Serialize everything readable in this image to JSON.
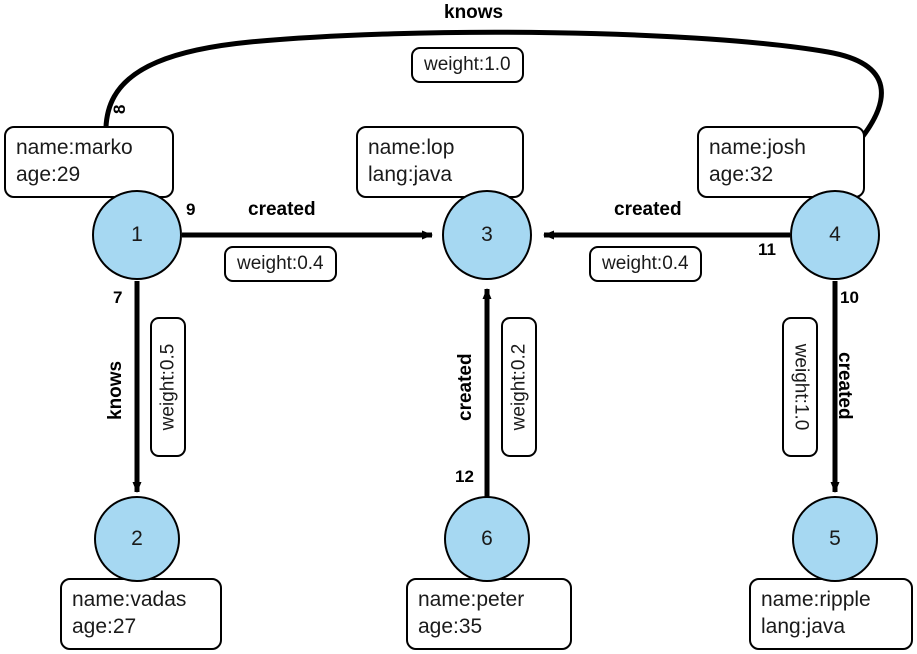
{
  "graph": {
    "title": "knows",
    "node_fill": "#a6d8f2",
    "node_stroke": "#000000",
    "vertices": [
      {
        "id": "1",
        "label": "1",
        "props": [
          "name:marko",
          "age:29"
        ]
      },
      {
        "id": "2",
        "label": "2",
        "props": [
          "name:vadas",
          "age:27"
        ]
      },
      {
        "id": "3",
        "label": "3",
        "props": [
          "name:lop",
          "lang:java"
        ]
      },
      {
        "id": "4",
        "label": "4",
        "props": [
          "name:josh",
          "age:32"
        ]
      },
      {
        "id": "5",
        "label": "5",
        "props": [
          "name:ripple",
          "lang:java"
        ]
      },
      {
        "id": "6",
        "label": "6",
        "props": [
          "name:peter",
          "age:35"
        ]
      }
    ],
    "edges": [
      {
        "id": "8",
        "from": "1",
        "to": "4",
        "label": "knows",
        "weight": "weight:1.0"
      },
      {
        "id": "9",
        "from": "1",
        "to": "3",
        "label": "created",
        "weight": "weight:0.4"
      },
      {
        "id": "7",
        "from": "1",
        "to": "2",
        "label": "knows",
        "weight": "weight:0.5"
      },
      {
        "id": "11",
        "from": "4",
        "to": "3",
        "label": "created",
        "weight": "weight:0.4"
      },
      {
        "id": "10",
        "from": "4",
        "to": "5",
        "label": "created",
        "weight": "weight:1.0"
      },
      {
        "id": "12",
        "from": "6",
        "to": "3",
        "label": "created",
        "weight": "weight:0.2"
      }
    ]
  }
}
